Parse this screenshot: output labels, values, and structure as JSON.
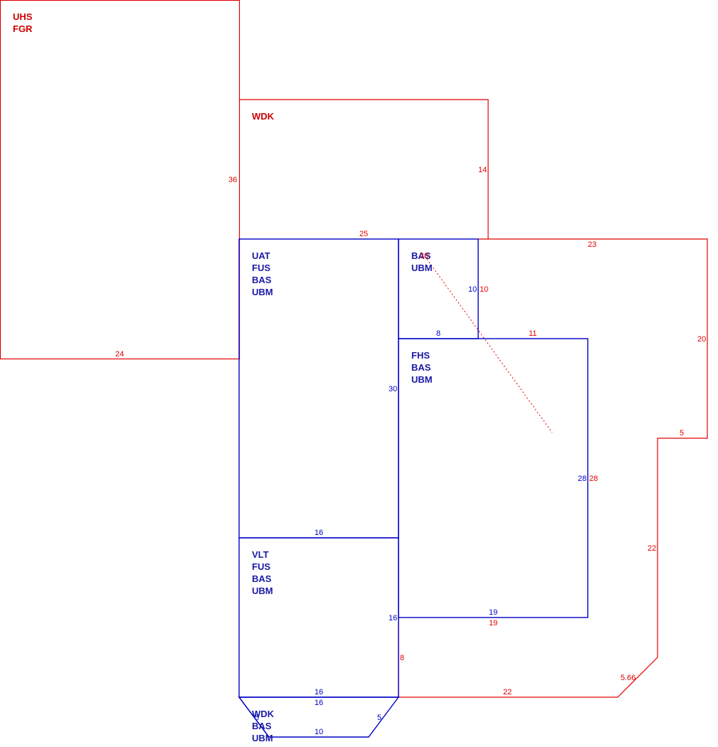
{
  "colors": {
    "red": "#e00000",
    "blue": "#0000c8",
    "code_red": "#cc0000",
    "code_blue": "#1a1aa6"
  },
  "areas": {
    "uhs": [
      "UHS",
      "FGR"
    ],
    "wdk_top": [
      "WDK"
    ],
    "uat": [
      "UAT",
      "FUS",
      "BAS",
      "UBM"
    ],
    "bas_small": [
      "BAS",
      "UBM"
    ],
    "fhs": [
      "FHS",
      "BAS",
      "UBM"
    ],
    "vlt": [
      "VLT",
      "FUS",
      "BAS",
      "UBM"
    ],
    "wdk_bottom": [
      "WDK",
      "BAS",
      "UBM"
    ]
  },
  "dimensions": {
    "uhs_height": "36",
    "uhs_width": "24",
    "wdk_height": "14",
    "wdk_width": "25",
    "outer_top": "23",
    "outer_right": "20",
    "outer_step": "5",
    "outer_right_lower": "22",
    "outer_diagonal": "5.66",
    "outer_bottom": "22",
    "outer_left_lower": "8",
    "red_small_right": "10",
    "red_mid": "11",
    "red_fhs_right": "28",
    "red_fhs_bottom": "19",
    "blue_small_right": "10",
    "blue_small_bottom": "8",
    "blue_uat_right": "30",
    "blue_uat_bottom": "16",
    "blue_fhs_right": "28",
    "blue_fhs_bottom": "19",
    "blue_vlt_right": "16",
    "blue_vlt_bottom_a": "16",
    "blue_vlt_bottom_b": "16",
    "blue_wdk_right": "5",
    "blue_wdk_bottom": "10",
    "blue_wdk_left": "5"
  }
}
